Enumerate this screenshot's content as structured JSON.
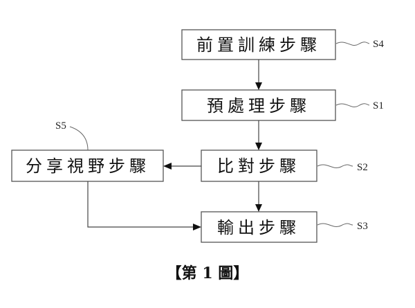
{
  "figure": {
    "caption": "【第 1 圖】"
  },
  "steps": {
    "s4": {
      "label": "前置訓練步驟",
      "ref": "S4"
    },
    "s1": {
      "label": "預處理步驟",
      "ref": "S1"
    },
    "s2": {
      "label": "比對步驟",
      "ref": "S2"
    },
    "s3": {
      "label": "輸出步驟",
      "ref": "S3"
    },
    "s5": {
      "label": "分享視野步驟",
      "ref": "S5"
    }
  },
  "flow": [
    {
      "from": "S4",
      "to": "S1"
    },
    {
      "from": "S1",
      "to": "S2"
    },
    {
      "from": "S2",
      "to": "S3"
    },
    {
      "from": "S2",
      "to": "S5"
    },
    {
      "from": "S5",
      "to": "S3"
    }
  ]
}
